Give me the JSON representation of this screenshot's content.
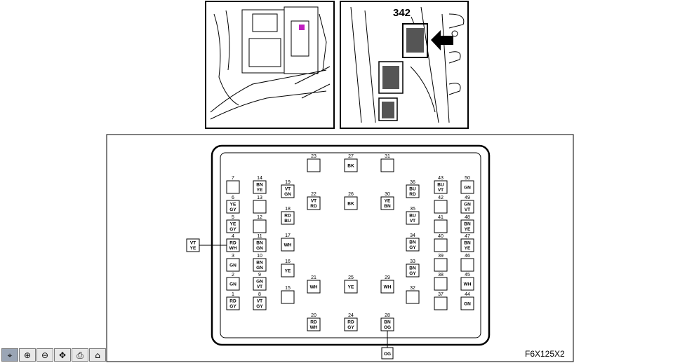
{
  "figure_code": "F6X125X2",
  "connector_label": "342",
  "external_wires": [
    {
      "label": "VT\nYE",
      "pin": "4"
    },
    {
      "label": "OG",
      "pin": "28"
    }
  ],
  "pins": [
    {
      "n": "7",
      "c": ""
    },
    {
      "n": "6",
      "c": "YE\nGY"
    },
    {
      "n": "5",
      "c": "YE\nGY"
    },
    {
      "n": "4",
      "c": "RD\nWH"
    },
    {
      "n": "3",
      "c": "GN"
    },
    {
      "n": "2",
      "c": "GN"
    },
    {
      "n": "1",
      "c": "RD\nGY"
    },
    {
      "n": "14",
      "c": "BN\nYE"
    },
    {
      "n": "13",
      "c": ""
    },
    {
      "n": "12",
      "c": ""
    },
    {
      "n": "11",
      "c": "BN\nGN"
    },
    {
      "n": "10",
      "c": "BN\nGN"
    },
    {
      "n": "9",
      "c": "GN\nVT"
    },
    {
      "n": "8",
      "c": "VT\nGY"
    },
    {
      "n": "19",
      "c": "VT\nGN"
    },
    {
      "n": "18",
      "c": "RD\nBU"
    },
    {
      "n": "17",
      "c": "WH"
    },
    {
      "n": "16",
      "c": "YE"
    },
    {
      "n": "15",
      "c": ""
    },
    {
      "n": "23",
      "c": ""
    },
    {
      "n": "22",
      "c": "VT\nRD"
    },
    {
      "n": "21",
      "c": "WH"
    },
    {
      "n": "20",
      "c": "RD\nWH"
    },
    {
      "n": "27",
      "c": "BK"
    },
    {
      "n": "26",
      "c": "BK"
    },
    {
      "n": "25",
      "c": "YE"
    },
    {
      "n": "24",
      "c": "RD\nGY"
    },
    {
      "n": "31",
      "c": ""
    },
    {
      "n": "30",
      "c": "YE\nBN"
    },
    {
      "n": "29",
      "c": "WH"
    },
    {
      "n": "28",
      "c": "BN\nOG"
    },
    {
      "n": "36",
      "c": "BU\nRD"
    },
    {
      "n": "35",
      "c": "BU\nVT"
    },
    {
      "n": "34",
      "c": "BN\nGY"
    },
    {
      "n": "33",
      "c": "BN\nGY"
    },
    {
      "n": "32",
      "c": ""
    },
    {
      "n": "43",
      "c": "BU\nVT"
    },
    {
      "n": "42",
      "c": ""
    },
    {
      "n": "41",
      "c": ""
    },
    {
      "n": "40",
      "c": ""
    },
    {
      "n": "39",
      "c": ""
    },
    {
      "n": "38",
      "c": ""
    },
    {
      "n": "37",
      "c": ""
    },
    {
      "n": "50",
      "c": "GN"
    },
    {
      "n": "49",
      "c": "GN\nVT"
    },
    {
      "n": "48",
      "c": "BN\nYE"
    },
    {
      "n": "47",
      "c": "BN\nYE"
    },
    {
      "n": "46",
      "c": ""
    },
    {
      "n": "45",
      "c": "WH"
    },
    {
      "n": "44",
      "c": "GN"
    }
  ],
  "toolbar": [
    {
      "name": "select-tool-button",
      "icon": "pointer-icon",
      "glyph": "⌖"
    },
    {
      "name": "zoom-in-button",
      "icon": "zoom-in-icon",
      "glyph": "⊕"
    },
    {
      "name": "zoom-out-button",
      "icon": "zoom-out-icon",
      "glyph": "⊖"
    },
    {
      "name": "pick-tool-button",
      "icon": "cursor-icon",
      "glyph": "✥"
    },
    {
      "name": "print-button",
      "icon": "printer-icon",
      "glyph": "⎙"
    },
    {
      "name": "home-button",
      "icon": "home-icon",
      "glyph": "⌂"
    }
  ]
}
